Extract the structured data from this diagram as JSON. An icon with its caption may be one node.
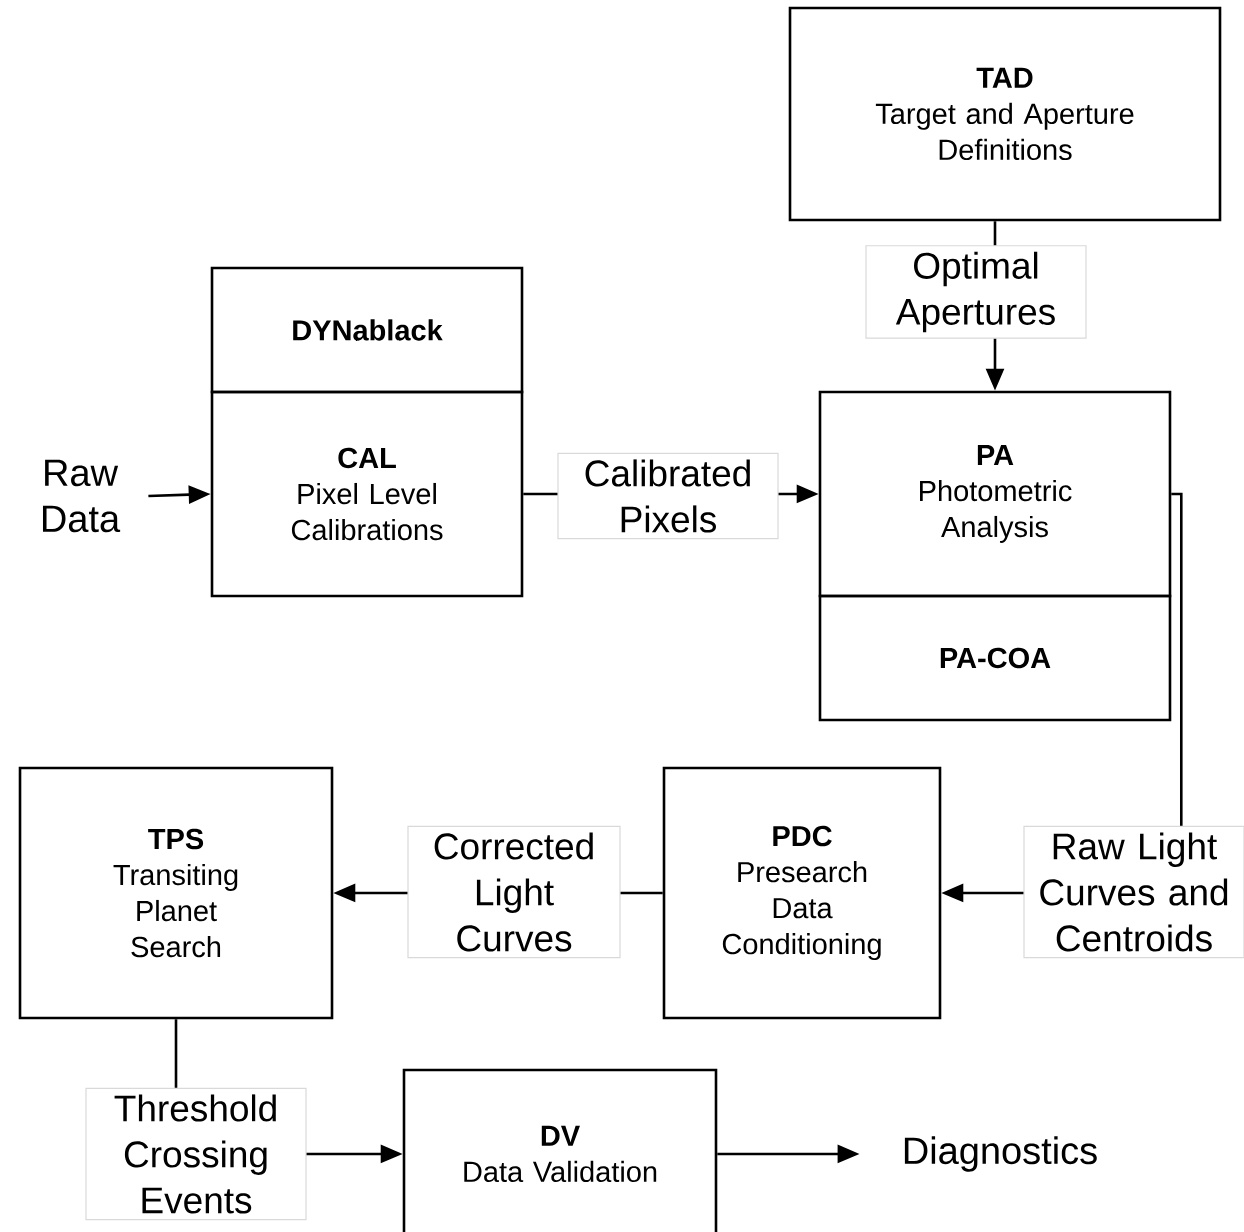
{
  "diagram": {
    "nodes": [
      {
        "text": [
          "TAD",
          "Target and Aperture Definitions"
        ]
      },
      {
        "text": [
          "DYNablack"
        ]
      },
      {
        "text": [
          "CAL",
          "Pixel Level Calibrations"
        ]
      },
      {
        "text": [
          "PA",
          "Photometric Analysis"
        ]
      },
      {
        "text": [
          "PA-COA"
        ]
      },
      {
        "text": [
          "Raw Data"
        ]
      },
      {
        "text": [
          "PDC",
          "Presearch Data Conditioning"
        ]
      },
      {
        "text": [
          "TPS",
          "Transiting Planet Search"
        ]
      },
      {
        "text": [
          "DV",
          "Data Validation"
        ]
      },
      {
        "text": [
          "Diagnostics"
        ]
      }
    ],
    "edges": [
      {
        "from": 5,
        "to": 2,
        "arrow": "to"
      },
      {
        "from": 2,
        "to": 3,
        "arrow": "to",
        "label": "Calibrated Pixels"
      },
      {
        "from": 0,
        "to": 3,
        "arrow": "to",
        "label": "Optimal Apertures"
      },
      {
        "from": 3,
        "to": 6,
        "arrow": "to",
        "label": "Raw Light Curves and Centroids"
      },
      {
        "from": 6,
        "to": 7,
        "arrow": "to",
        "label": "Corrected Light Curves"
      },
      {
        "from": 7,
        "to": 8,
        "arrow": "to",
        "label": "Threshold Crossing Events"
      },
      {
        "from": 8,
        "to": 9,
        "arrow": "to"
      }
    ]
  }
}
